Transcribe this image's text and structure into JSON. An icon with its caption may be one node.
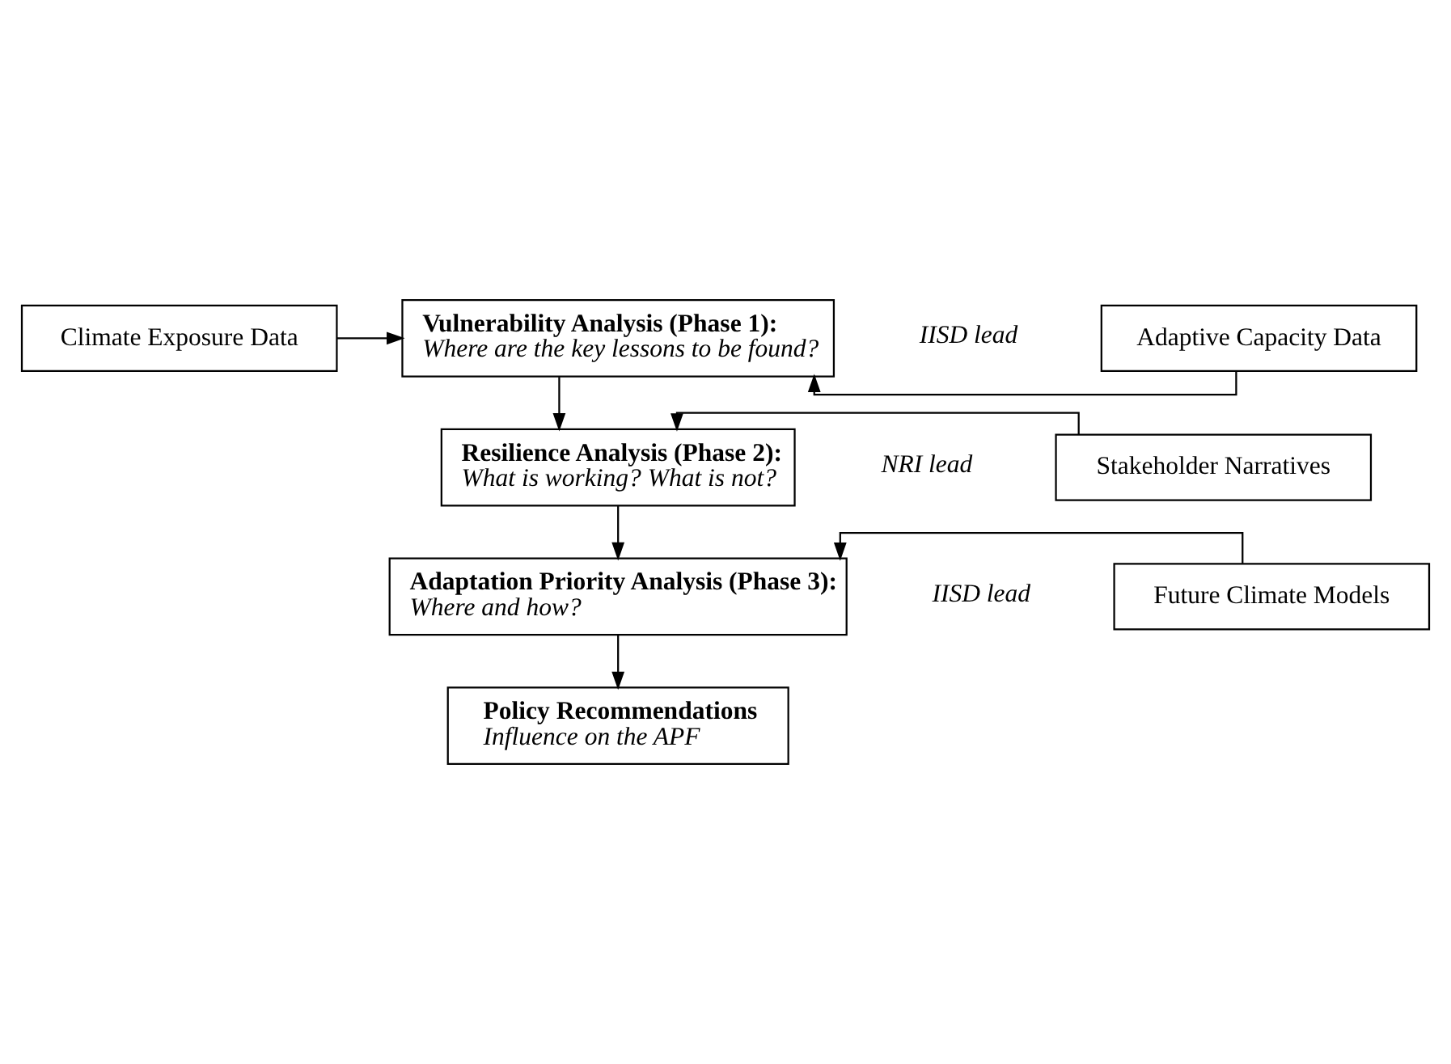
{
  "diagram": {
    "nodes": [
      {
        "text": [
          "Climate Exposure Data"
        ]
      },
      {
        "text": [
          "Adaptive Capacity Data"
        ]
      },
      {
        "text": [
          "Vulnerability Analysis (Phase 1):",
          "Where are the key lessons to be found?"
        ]
      },
      {
        "text": [
          "Stakeholder Narratives"
        ]
      },
      {
        "text": [
          "Resilience Analysis (Phase 2):",
          "What is working? What is not?"
        ]
      },
      {
        "text": [
          "Future Climate Models"
        ]
      },
      {
        "text": [
          "Adaptation Priority Analysis (Phase 3):",
          "Where and how?"
        ]
      },
      {
        "text": [
          "Policy Recommendations",
          "Influence on the APF"
        ]
      }
    ],
    "edges": [
      {
        "from": 0,
        "to": 2,
        "arrow": "to"
      },
      {
        "from": 1,
        "to": 2,
        "arrow": "to"
      },
      {
        "from": 2,
        "to": 4,
        "arrow": "to"
      },
      {
        "from": 3,
        "to": 4,
        "arrow": "to"
      },
      {
        "from": 4,
        "to": 6,
        "arrow": "to"
      },
      {
        "from": 5,
        "to": 6,
        "arrow": "to"
      },
      {
        "from": 6,
        "to": 7,
        "arrow": "to"
      }
    ],
    "labels": [
      "IISD lead",
      "NRI lead",
      "IISD lead"
    ]
  }
}
